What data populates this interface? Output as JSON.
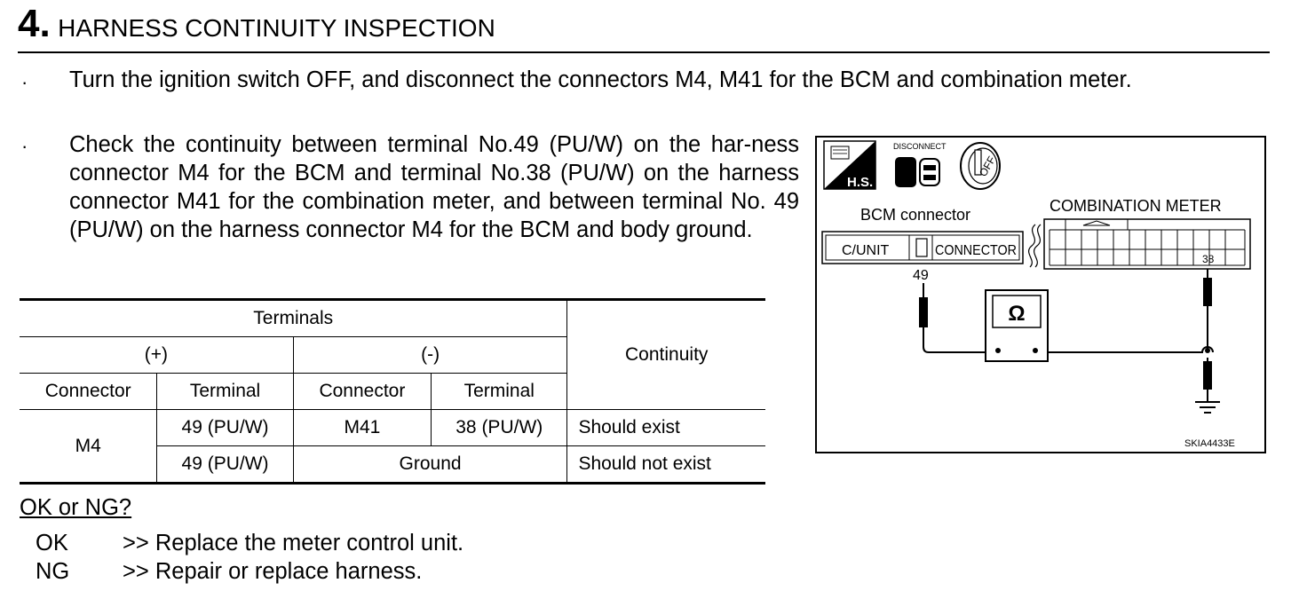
{
  "step": {
    "number": "4.",
    "title": "HARNESS CONTINUITY INSPECTION"
  },
  "instructions": [
    {
      "bullet": "·",
      "text": "Turn the ignition switch OFF, and disconnect the connectors M4, M41 for the BCM and combination meter."
    },
    {
      "bullet": "·",
      "text": "Check the continuity between terminal No.49 (PU/W) on the har-ness connector M4 for the BCM and terminal No.38 (PU/W) on the harness connector M41 for the combination meter, and between terminal No. 49 (PU/W) on the harness connector M4 for the BCM and body ground."
    }
  ],
  "table": {
    "header_terminals": "Terminals",
    "header_plus": "(+)",
    "header_minus": "(-)",
    "header_continuity": "Continuity",
    "col_connector": "Connector",
    "col_terminal": "Terminal",
    "rows": [
      {
        "plus_connector": "M4",
        "plus_terminal": "49 (PU/W)",
        "minus_connector": "M41",
        "minus_terminal": "38 (PU/W)",
        "continuity": "Should exist"
      },
      {
        "plus_terminal": "49 (PU/W)",
        "minus": "Ground",
        "continuity": "Should not exist"
      }
    ]
  },
  "result": {
    "question": "OK or NG?",
    "items": [
      {
        "code": "OK",
        "text": ">> Replace the meter control unit."
      },
      {
        "code": "NG",
        "text": ">> Repair or replace harness."
      }
    ]
  },
  "diagram": {
    "icon_hs_label": "H.S.",
    "icon_disconnect_label": "DISCONNECT",
    "icon_key_label": "OFF",
    "bcm_connector_label": "BCM connector",
    "cunit_label": "C/UNIT",
    "connector_label": "CONNECTOR",
    "terminal_49": "49",
    "combination_meter_label": "COMBINATION METER",
    "terminal_38": "38",
    "ohm_symbol": "Ω",
    "figure_code": "SKIA4433E"
  }
}
